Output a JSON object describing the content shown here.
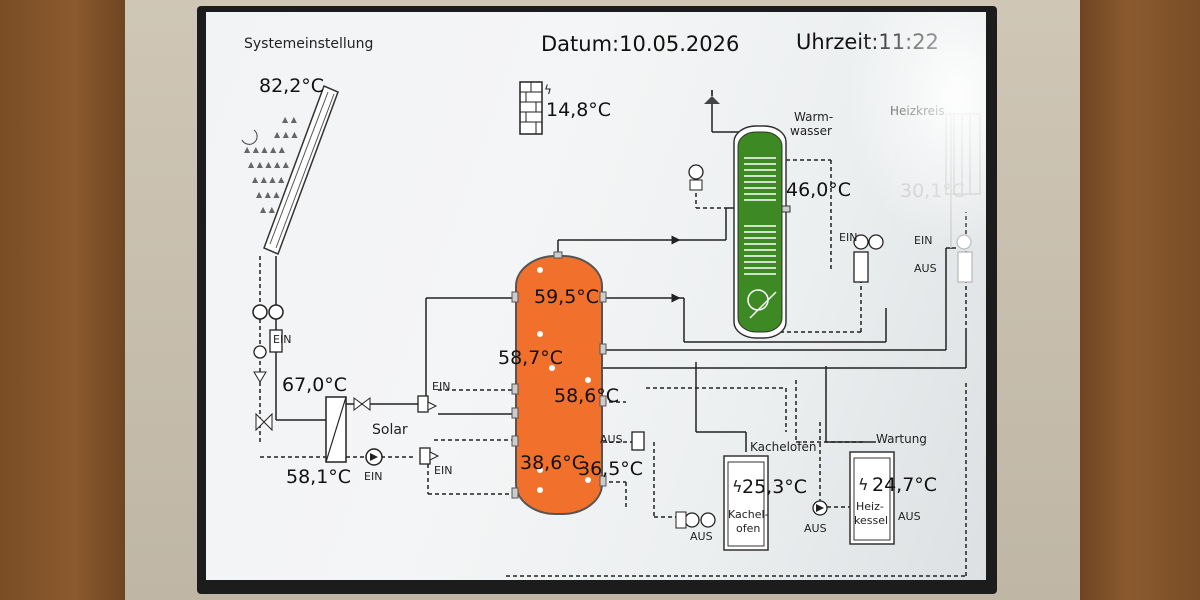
{
  "header": {
    "system_settings": "Systemeinstellung",
    "date": "Datum:10.05.2026",
    "time": "Uhrzeit:11:22"
  },
  "outdoor": {
    "temp": "14,8°C"
  },
  "solar": {
    "collector_temp": "82,2°C",
    "flow_temp": "67,0°C",
    "return_temp": "58,1°C",
    "label": "Solar",
    "pump_state": "EIN",
    "valve_state": "EIN",
    "pump2_state": "EIN"
  },
  "buffer": {
    "temp_top": "59,5°C",
    "temp_upper": "58,7°C",
    "temp_mid": "58,6°C",
    "temp_low": "38,6°C",
    "temp_bottom": "36,5°C",
    "color": "#f0702c",
    "valve_upper": "EIN",
    "valve_lower": "EIN"
  },
  "warmwasser": {
    "label_line1": "Warm-",
    "label_line2": "wasser",
    "temp": "46,0°C",
    "pump_state": "EIN",
    "color": "#3d8a24"
  },
  "heizkreis": {
    "label": "Heizkreis",
    "temp": "30,1°C",
    "pump_state": "EIN",
    "mixer_state": "AUS"
  },
  "kachelofen": {
    "label": "Kachelofen",
    "temp": "25,3°C",
    "box_line1": "Kachel-",
    "box_line2": "ofen",
    "pump_state": "AUS",
    "valve_state": "AUS",
    "pump2_state": "AUS"
  },
  "wartung": {
    "label": "Wartung",
    "temp": "24,7°C",
    "box_line1": "Heiz-",
    "box_line2": "kessel",
    "state": "AUS"
  },
  "return_valve": {
    "state": "AUS"
  }
}
